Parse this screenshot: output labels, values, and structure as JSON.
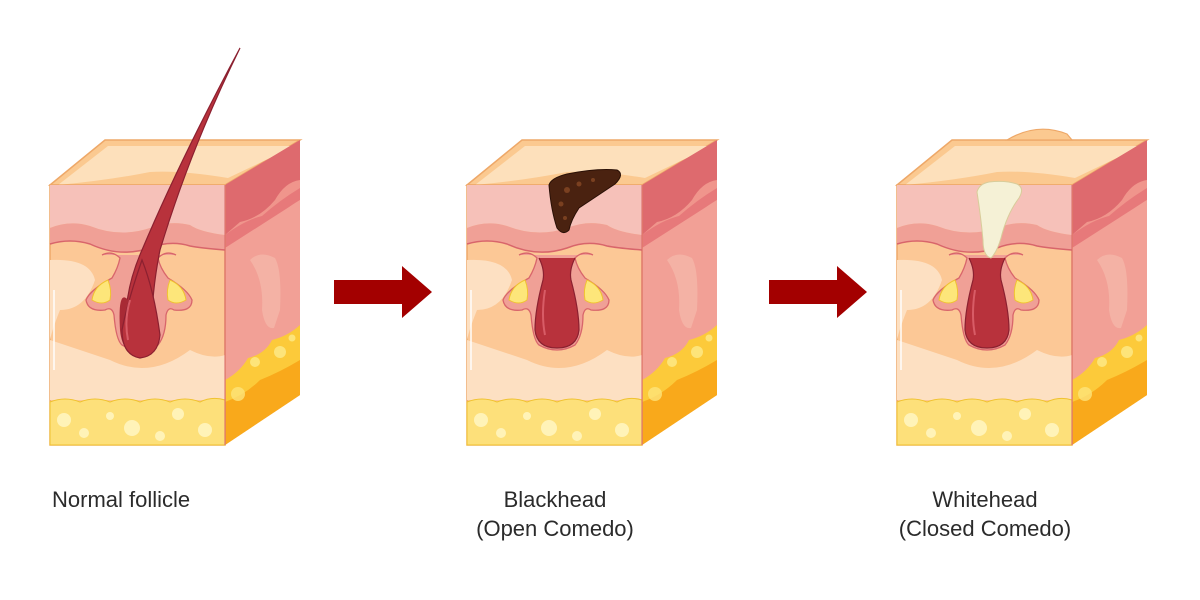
{
  "diagram": {
    "stages": [
      {
        "id": "normal",
        "title": "Normal follicle",
        "subtitle": ""
      },
      {
        "id": "blackhead",
        "title": "Blackhead",
        "subtitle": "(Open Comedo)"
      },
      {
        "id": "whitehead",
        "title": "Whitehead",
        "subtitle": "(Closed Comedo)"
      }
    ],
    "arrows": [
      {
        "from": "normal",
        "to": "blackhead",
        "icon": "right-arrow-icon"
      },
      {
        "from": "blackhead",
        "to": "whitehead",
        "icon": "right-arrow-icon"
      }
    ]
  },
  "colors": {
    "arrow": "#a30000",
    "hair": "#b8323c",
    "blackhead_plug": "#4a2210",
    "whitehead_plug": "#f5f1d6",
    "epidermis_top": "#fcd9aa",
    "dermis_pink": "#f0a096",
    "fat": "#fcd34d",
    "text": "#2b2b2b"
  }
}
